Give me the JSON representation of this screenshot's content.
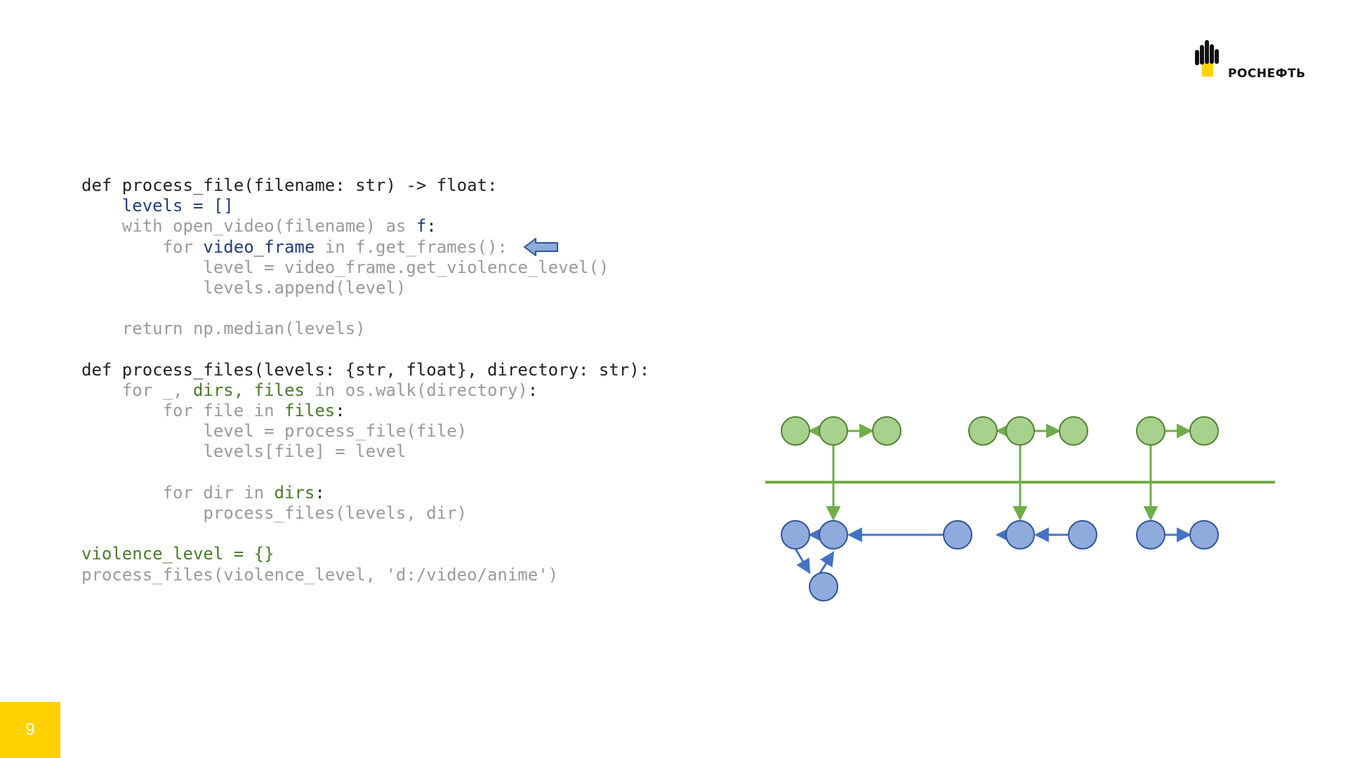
{
  "logo": {
    "text": "РОСНЕФТЬ",
    "colors": {
      "yellow": "#ffd200",
      "black": "#111111"
    }
  },
  "page_number": "9",
  "code": {
    "lines": [
      [
        {
          "t": "def process_file(filename: str) -> float:",
          "c": "k"
        }
      ],
      [
        {
          "t": "    levels = []",
          "c": "b"
        }
      ],
      [
        {
          "t": "    with open_video(filename) as ",
          "c": "g"
        },
        {
          "t": "f",
          "c": "b"
        },
        {
          "t": ":",
          "c": "k"
        }
      ],
      [
        {
          "t": "        for ",
          "c": "g"
        },
        {
          "t": "video_frame",
          "c": "b"
        },
        {
          "t": " in f.get_frames():",
          "c": "g"
        }
      ],
      [
        {
          "t": "            level = video_frame.get_violence_level()",
          "c": "g"
        }
      ],
      [
        {
          "t": "            levels.append(level)",
          "c": "g"
        }
      ],
      [
        {
          "t": "",
          "c": "g"
        }
      ],
      [
        {
          "t": "    return np.median(levels)",
          "c": "g"
        }
      ],
      [
        {
          "t": "",
          "c": "g"
        }
      ],
      [
        {
          "t": "def process_files(levels: {str, float}, directory: str):",
          "c": "k"
        }
      ],
      [
        {
          "t": "    for _, ",
          "c": "g"
        },
        {
          "t": "dirs, files",
          "c": "gr"
        },
        {
          "t": " in os.walk(directory)",
          "c": "g"
        },
        {
          "t": ":",
          "c": "k"
        }
      ],
      [
        {
          "t": "        for file in ",
          "c": "g"
        },
        {
          "t": "files",
          "c": "gr"
        },
        {
          "t": ":",
          "c": "k"
        }
      ],
      [
        {
          "t": "            level = process_file(file)",
          "c": "g"
        }
      ],
      [
        {
          "t": "            levels[file] = level",
          "c": "g"
        }
      ],
      [
        {
          "t": "",
          "c": "g"
        }
      ],
      [
        {
          "t": "        for dir in ",
          "c": "g"
        },
        {
          "t": "dirs",
          "c": "gr"
        },
        {
          "t": ":",
          "c": "k"
        }
      ],
      [
        {
          "t": "            process_files(levels, dir)",
          "c": "g"
        }
      ],
      [
        {
          "t": "",
          "c": "g"
        }
      ],
      [
        {
          "t": "violence_level = {}",
          "c": "gr"
        }
      ],
      [
        {
          "t": "process_files(violence_level, 'd:/video/anime')",
          "c": "g"
        }
      ]
    ]
  },
  "colors": {
    "green_fill": "#a9d18e",
    "green_stroke": "#538135",
    "green_line": "#70ad47",
    "blue_fill": "#8faadc",
    "blue_stroke": "#2f5597",
    "blue_line": "#4472c4",
    "dark_text": "#222222",
    "grey_text": "#9a9a9a",
    "blue_text": "#1f3f7a",
    "green_text": "#4a7a2c"
  },
  "diagram": {
    "top_groups": [
      {
        "nodes": 3,
        "center_index": 1,
        "edges": "center-to-sides"
      },
      {
        "nodes": 3,
        "center_index": 1,
        "edges": "center-to-sides"
      },
      {
        "nodes": 2,
        "center_index": 0,
        "edges": "left-to-right"
      }
    ],
    "bottom_chain": {
      "nodes": 8,
      "extra_node_below": 1
    },
    "divider": "green horizontal line between rows"
  }
}
